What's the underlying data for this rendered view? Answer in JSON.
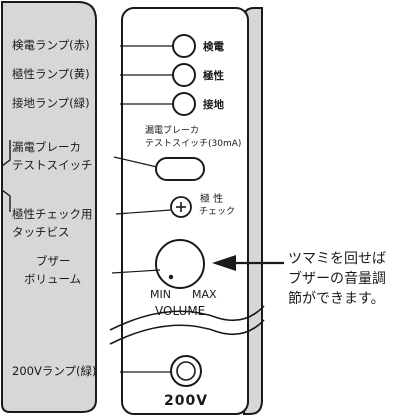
{
  "labels": {
    "lamp_detect": "検電ランプ(赤)",
    "lamp_polarity": "極性ランプ(黄)",
    "lamp_ground": "接地ランプ(緑)",
    "leak_test_1": "漏電ブレーカ",
    "leak_test_2": "テストスイッチ",
    "polarity_screw_1": "極性チェック用",
    "polarity_screw_2": "タッチビス",
    "buzzer_1": "ブザー",
    "buzzer_2": "ボリューム",
    "lamp_200v": "200Vランプ(緑)"
  },
  "panel": {
    "lamp_detect": "検電",
    "lamp_polarity": "極性",
    "lamp_ground": "接地",
    "leak_switch_1": "漏電ブレーカ",
    "leak_switch_2": "テストスイッチ(30mA)",
    "polarity_check_1": "極 性",
    "polarity_check_2": "チェック",
    "plus_sign": "+",
    "volume_min": "MIN",
    "volume_max": "MAX",
    "volume": "VOLUME",
    "voltage": "200V"
  },
  "annotation": {
    "line1": "ツマミを回せば",
    "line2": "ブザーの音量調",
    "line3": "節ができます。"
  }
}
